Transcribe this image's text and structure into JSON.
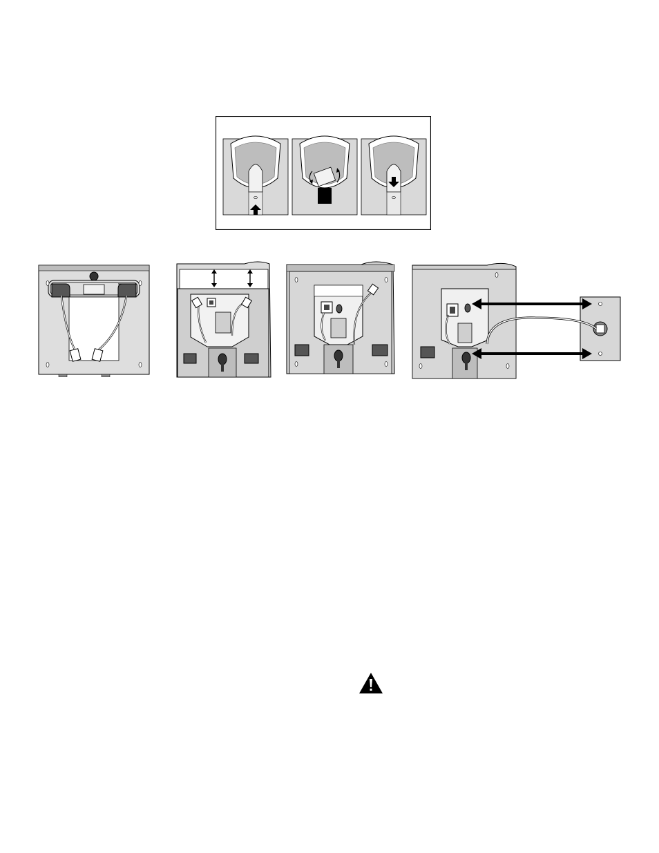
{
  "page": {
    "background": "#ffffff"
  },
  "colors": {
    "outline": "#000000",
    "body_light": "#e6e6e6",
    "body_mid": "#c8c8c8",
    "body_dark": "#8c8c8c",
    "accent_dark": "#555555"
  },
  "figures": {
    "hook_panel": {
      "steps": [
        "hook-step-1-push-up",
        "hook-step-2-rotate",
        "hook-step-3-slide-down"
      ]
    },
    "mounting_steps": [
      "mount-step-1-cords",
      "mount-step-2-bracket",
      "mount-step-3-attached",
      "mount-step-4-wall-jack"
    ]
  },
  "icons": {
    "warning": "warning-triangle-icon"
  }
}
